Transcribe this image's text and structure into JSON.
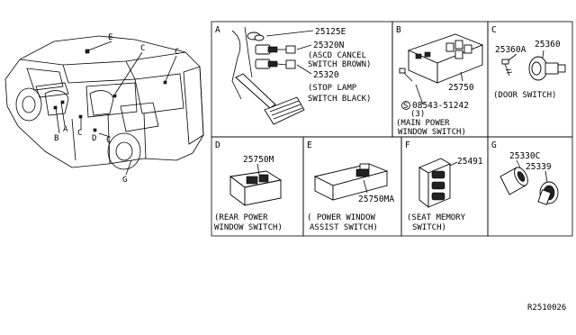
{
  "panels": {
    "A": {
      "letter": "A",
      "parts": [
        "25125E",
        "25320N",
        "25320"
      ],
      "notes": [
        "(ASCD CANCEL",
        "SWITCH BROWN)",
        "(STOP LAMP",
        "SWITCH BLACK)"
      ]
    },
    "B": {
      "letter": "B",
      "part": "25750",
      "bolt": "08543-51242",
      "bolt_qty": "(3)",
      "bolt_symbol": "S",
      "caption": [
        "(MAIN POWER",
        "WINDOW SWITCH)"
      ]
    },
    "C": {
      "letter": "C",
      "parts": [
        "25360A",
        "25360"
      ],
      "caption": "(DOOR SWITCH)"
    },
    "D": {
      "letter": "D",
      "part": "25750M",
      "caption": [
        "(REAR POWER",
        "WINDOW SWITCH)"
      ]
    },
    "E": {
      "letter": "E",
      "part": "25750MA",
      "caption": [
        "( POWER WINDOW",
        "ASSIST SWITCH)"
      ]
    },
    "F": {
      "letter": "F",
      "part": "25491",
      "caption": [
        "(SEAT MEMORY",
        "SWITCH)"
      ]
    },
    "G": {
      "letter": "G",
      "parts": [
        "25330C",
        "25339"
      ]
    }
  },
  "vehicle_callouts": [
    "E",
    "C",
    "C",
    "A",
    "B",
    "C",
    "D",
    "C",
    "G"
  ],
  "reference": "R2510026"
}
